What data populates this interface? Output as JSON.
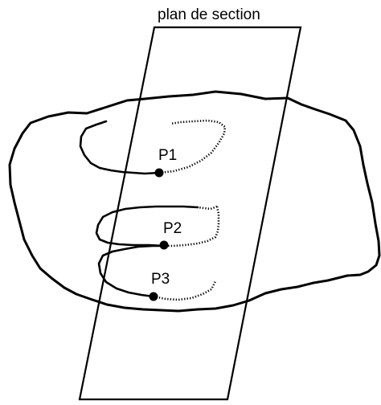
{
  "diagram": {
    "title": "plan de section",
    "points": [
      {
        "label": "P1"
      },
      {
        "label": "P2"
      },
      {
        "label": "P3"
      }
    ]
  }
}
